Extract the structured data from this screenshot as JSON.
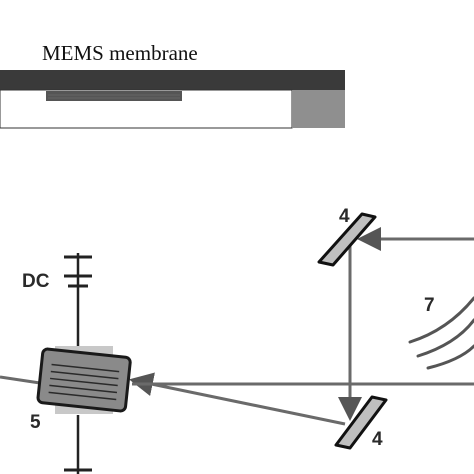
{
  "labels": {
    "mems": "MEMS membrane",
    "dc": "DC",
    "mirror_top": "4",
    "mirror_bottom": "4",
    "crystal": "5",
    "detector": "7"
  },
  "colors": {
    "beam": "#6a6a6a",
    "frame_dark": "#3a3a3a",
    "frame_gray": "#909090",
    "mirror_fill": "#bfbfbf",
    "outline": "#111111"
  }
}
